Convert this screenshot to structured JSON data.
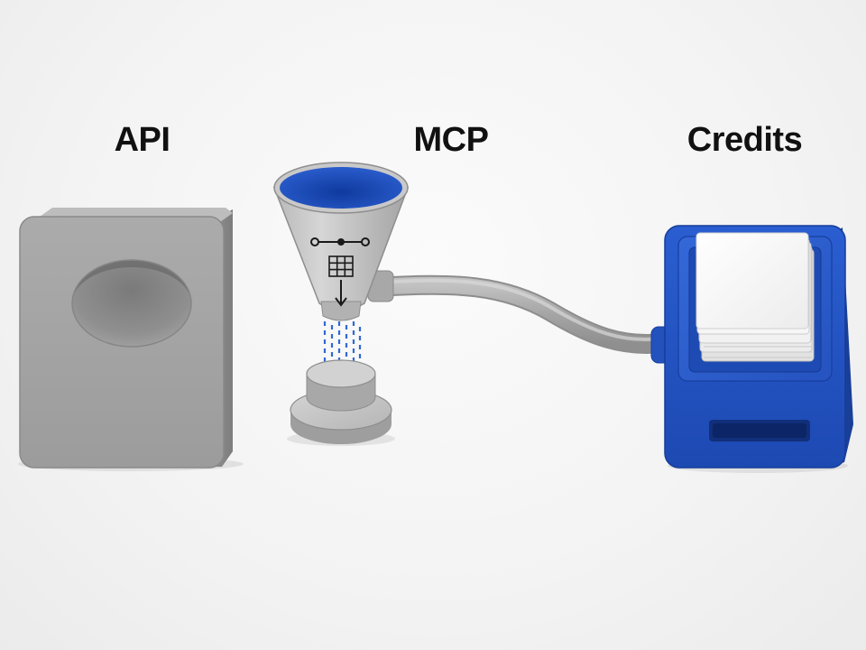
{
  "labels": {
    "api": "API",
    "mcp": "MCP",
    "credits": "Credits"
  },
  "objects": {
    "api": "gray-block-with-hole",
    "mcp": "gray-funnel-with-blue-interior",
    "credits": "blue-card-dispenser"
  },
  "colors": {
    "background": "#f4f4f4",
    "gray_body": "#a9a9a9",
    "blue_accent": "#1f4fb8",
    "label_text": "#111111"
  }
}
